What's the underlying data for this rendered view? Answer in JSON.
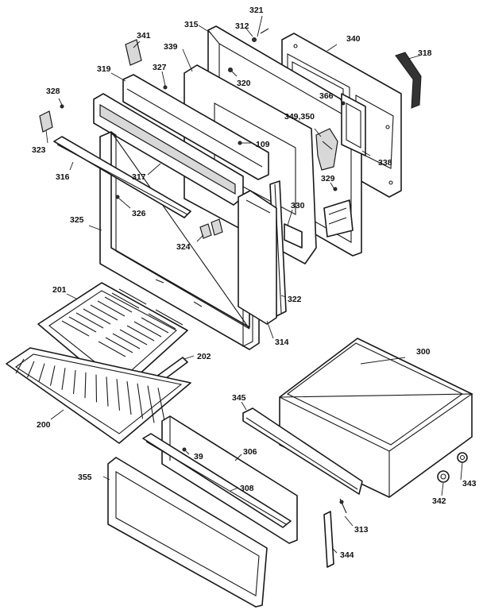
{
  "labels": {
    "p321": "321",
    "p312": "312",
    "p315": "315",
    "p341": "341",
    "p339": "339",
    "p340": "340",
    "p318": "318",
    "p319": "319",
    "p327": "327",
    "p320": "320",
    "p366": "366",
    "p328": "328",
    "p349_350": "349,350",
    "p109": "109",
    "p323": "323",
    "p338": "338",
    "p316": "316",
    "p317": "317",
    "p329": "329",
    "p326": "326",
    "p330": "330",
    "p325": "325",
    "p324": "324",
    "p322": "322",
    "p201": "201",
    "p314": "314",
    "p300": "300",
    "p202": "202",
    "p345": "345",
    "p200": "200",
    "p306a": "306",
    "p39": "39",
    "p343": "343",
    "p355": "355",
    "p308": "308",
    "p342": "342",
    "p313": "313",
    "p344": "344"
  }
}
